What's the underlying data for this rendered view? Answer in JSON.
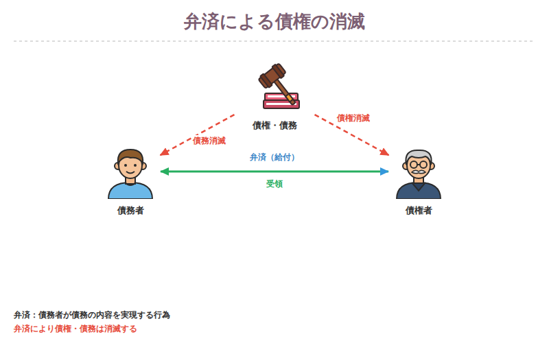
{
  "diagram": {
    "title": "弁済による債権の消滅",
    "nodes": [
      {
        "text": [
          "債権・債務"
        ]
      },
      {
        "text": [
          "債務者"
        ]
      },
      {
        "text": [
          "債権者"
        ]
      }
    ],
    "edges": [
      {
        "from": 0,
        "to": 1,
        "label": "債務消滅",
        "arrow": "to"
      },
      {
        "from": 0,
        "to": 2,
        "label": "債権消滅",
        "arrow": "to"
      },
      {
        "from": 1,
        "to": 2,
        "label": "弁済（給付）",
        "arrow": "both"
      }
    ],
    "labels": [
      "受領",
      "弁済：債務者が債務の内容を実現する行為",
      "弁済により債権・債務は消滅する"
    ]
  }
}
